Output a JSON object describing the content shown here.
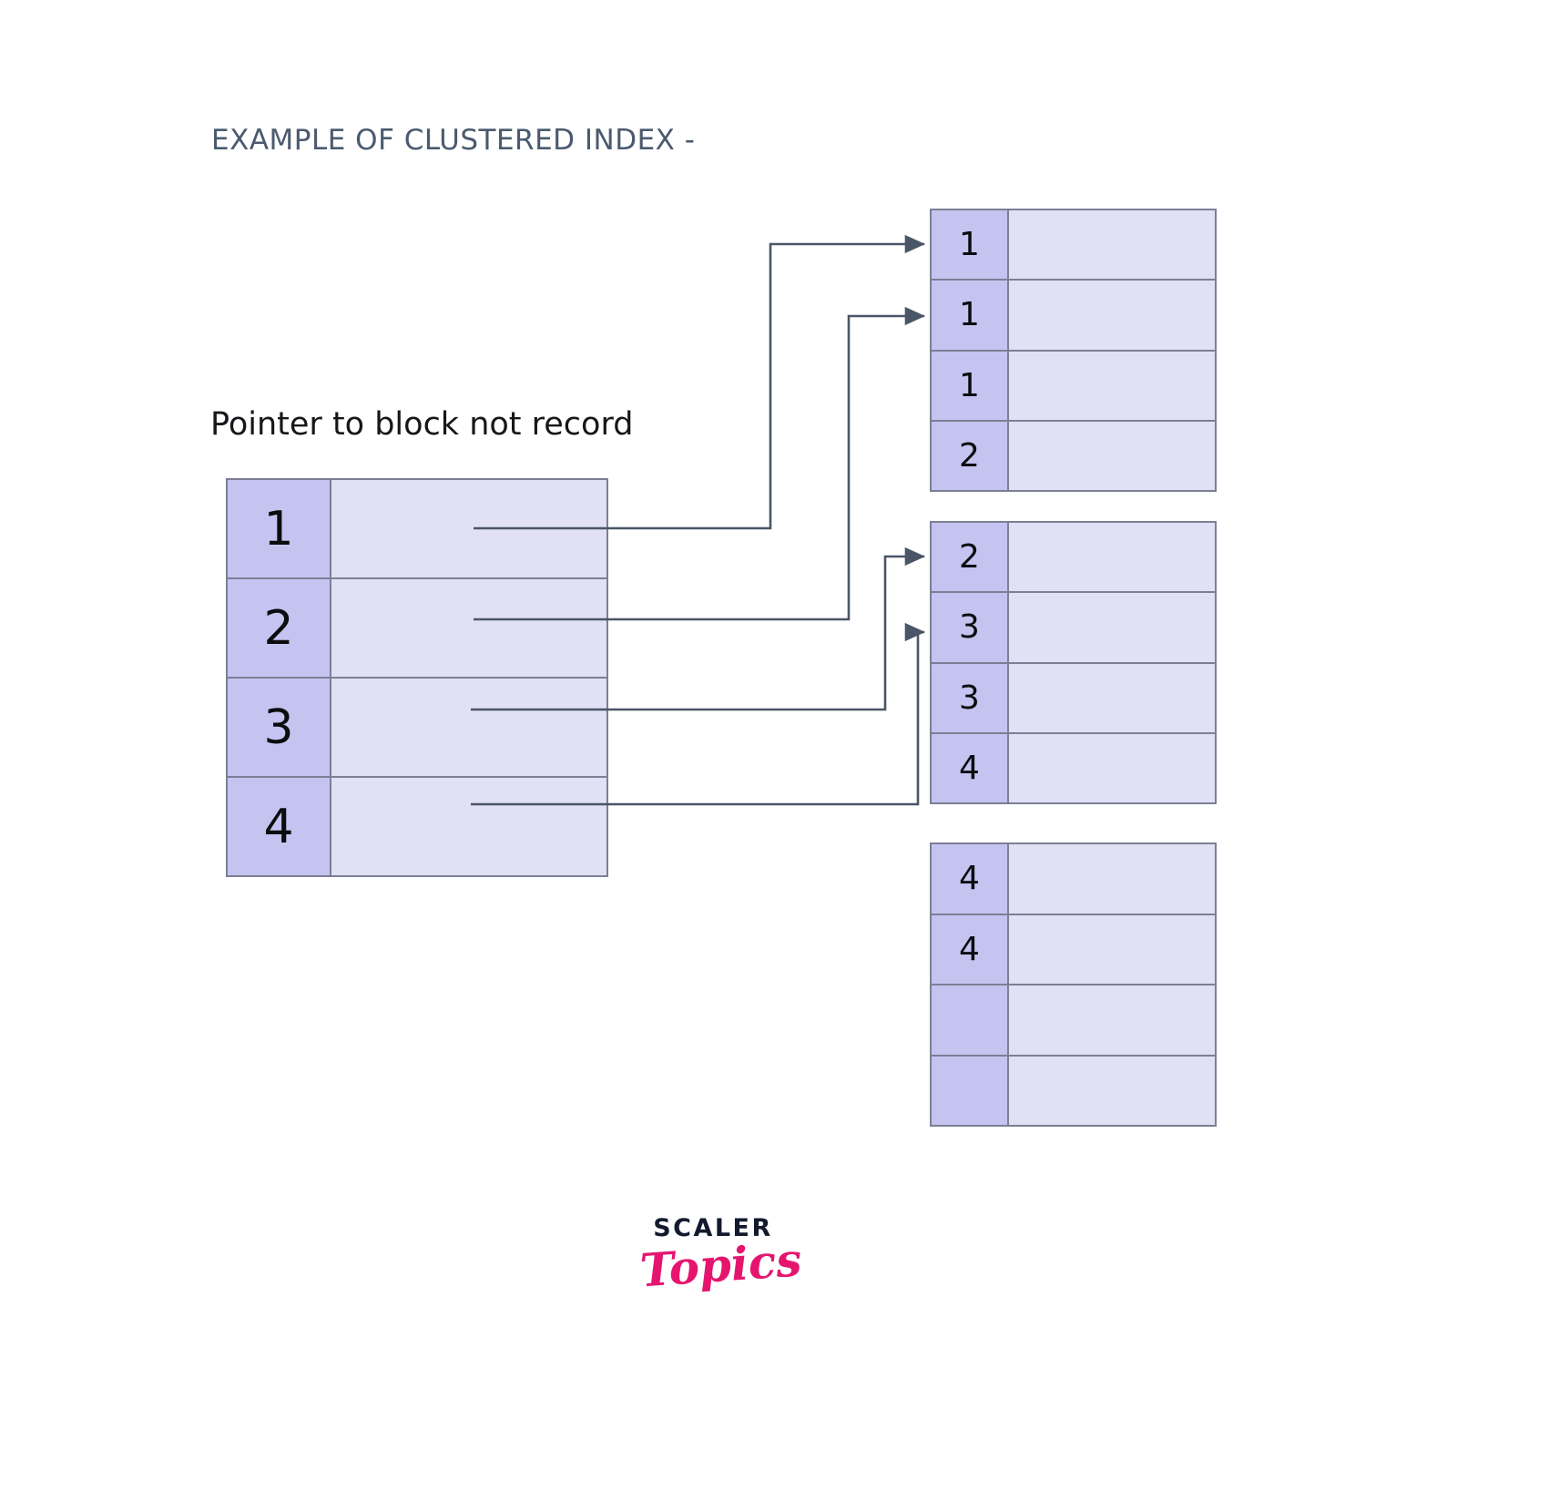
{
  "title": "EXAMPLE OF CLUSTERED INDEX -",
  "caption": "Pointer to block not record",
  "colors": {
    "key_cell": "#c5c3f0",
    "data_cell": "#e1e0f4",
    "border": "#7c7f95",
    "title_text": "#4b5a6e",
    "connector": "#4a5568",
    "logo_scaler": "#131a2e",
    "logo_topics": "#e5156f"
  },
  "index_table": {
    "name": "clustered-index-table",
    "rows": [
      {
        "key": "1",
        "data": ""
      },
      {
        "key": "2",
        "data": ""
      },
      {
        "key": "3",
        "data": ""
      },
      {
        "key": "4",
        "data": ""
      }
    ]
  },
  "blocks": [
    {
      "name": "data-block-1",
      "rows": [
        {
          "key": "1",
          "data": ""
        },
        {
          "key": "1",
          "data": ""
        },
        {
          "key": "1",
          "data": ""
        },
        {
          "key": "2",
          "data": ""
        }
      ]
    },
    {
      "name": "data-block-2",
      "rows": [
        {
          "key": "2",
          "data": ""
        },
        {
          "key": "3",
          "data": ""
        },
        {
          "key": "3",
          "data": ""
        },
        {
          "key": "4",
          "data": ""
        }
      ]
    },
    {
      "name": "data-block-3",
      "rows": [
        {
          "key": "4",
          "data": ""
        },
        {
          "key": "4",
          "data": ""
        },
        {
          "key": "",
          "data": ""
        },
        {
          "key": "",
          "data": ""
        }
      ]
    }
  ],
  "connectors": [
    {
      "name": "pointer-1-to-block1-row1",
      "from_index_row": 1,
      "to_block": 1,
      "to_row": 1
    },
    {
      "name": "pointer-2-to-block1-row2",
      "from_index_row": 2,
      "to_block": 1,
      "to_row": 2
    },
    {
      "name": "pointer-3-to-block2-row1",
      "from_index_row": 3,
      "to_block": 2,
      "to_row": 1
    },
    {
      "name": "pointer-4-to-block2-row2",
      "from_index_row": 4,
      "to_block": 2,
      "to_row": 2
    }
  ],
  "logo": {
    "primary": "SCALER",
    "secondary": "Topics"
  }
}
